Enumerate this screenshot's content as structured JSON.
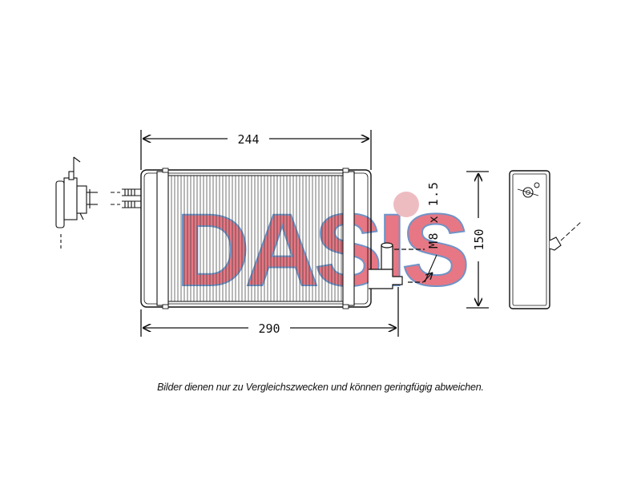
{
  "watermark": {
    "text": "DASIS",
    "colors": [
      "#e04a5c",
      "#3f6fb5",
      "#e8a6ad"
    ]
  },
  "dimensions": {
    "core_width": "244",
    "overall_width": "290",
    "height": "150",
    "thread": "M8 x 1.5"
  },
  "disclaimer": "Bilder dienen nur zu Vergleichszwecken und können geringfügig abweichen."
}
